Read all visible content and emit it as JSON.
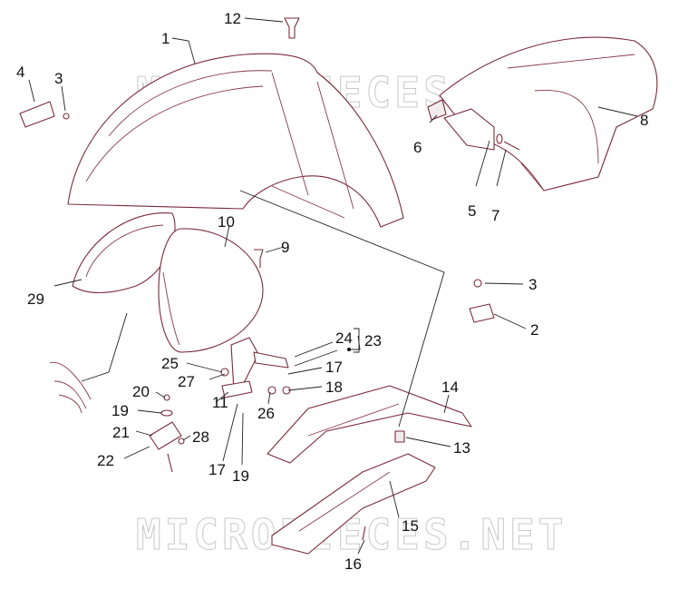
{
  "watermark": {
    "text": "MICROPIECES.NET",
    "text_bottom": "MICROPIECES.NET"
  },
  "callouts": [
    {
      "id": "c1",
      "label": "1"
    },
    {
      "id": "c2",
      "label": "2"
    },
    {
      "id": "c3a",
      "label": "3"
    },
    {
      "id": "c3b",
      "label": "3"
    },
    {
      "id": "c4",
      "label": "4"
    },
    {
      "id": "c5",
      "label": "5"
    },
    {
      "id": "c6",
      "label": "6"
    },
    {
      "id": "c7",
      "label": "7"
    },
    {
      "id": "c8",
      "label": "8"
    },
    {
      "id": "c9",
      "label": "9"
    },
    {
      "id": "c10",
      "label": "10"
    },
    {
      "id": "c11",
      "label": "11"
    },
    {
      "id": "c12",
      "label": "12"
    },
    {
      "id": "c13",
      "label": "13"
    },
    {
      "id": "c14",
      "label": "14"
    },
    {
      "id": "c15",
      "label": "15"
    },
    {
      "id": "c16",
      "label": "16"
    },
    {
      "id": "c17a",
      "label": "17"
    },
    {
      "id": "c17b",
      "label": "17"
    },
    {
      "id": "c18",
      "label": "18"
    },
    {
      "id": "c19a",
      "label": "19"
    },
    {
      "id": "c19b",
      "label": "19"
    },
    {
      "id": "c20",
      "label": "20"
    },
    {
      "id": "c21",
      "label": "21"
    },
    {
      "id": "c22",
      "label": "22"
    },
    {
      "id": "c23",
      "label": "23"
    },
    {
      "id": "c24",
      "label": "24"
    },
    {
      "id": "c25",
      "label": "25"
    },
    {
      "id": "c26",
      "label": "26"
    },
    {
      "id": "c27",
      "label": "27"
    },
    {
      "id": "c28",
      "label": "28"
    },
    {
      "id": "c29",
      "label": "29"
    }
  ],
  "colors": {
    "part_stroke": "#7a2a3a",
    "leader": "#222222",
    "watermark": "#c8c8c8"
  }
}
